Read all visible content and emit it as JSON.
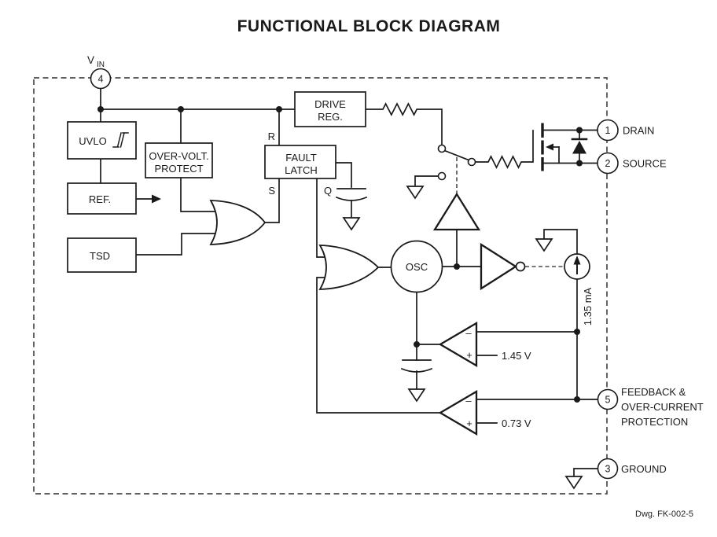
{
  "title": "FUNCTIONAL BLOCK DIAGRAM",
  "footer": "Dwg. FK-002-5",
  "pins": {
    "vin": {
      "number": "4",
      "symbol": "V",
      "subscript": "IN"
    },
    "drain": {
      "number": "1",
      "label": "DRAIN"
    },
    "source": {
      "number": "2",
      "label": "SOURCE"
    },
    "feedback": {
      "number": "5",
      "label_line1": "FEEDBACK &",
      "label_line2": "OVER-CURRENT",
      "label_line3": "PROTECTION"
    },
    "ground": {
      "number": "3",
      "label": "GROUND"
    }
  },
  "blocks": {
    "uvlo": {
      "label": "UVLO"
    },
    "over_volt": {
      "line1": "OVER-VOLT.",
      "line2": "PROTECT"
    },
    "ref": {
      "label": "REF."
    },
    "tsd": {
      "label": "TSD"
    },
    "drive_reg": {
      "line1": "DRIVE",
      "line2": "REG."
    },
    "fault_latch": {
      "line1": "FAULT",
      "line2": "LATCH",
      "reset": "R",
      "set": "S",
      "output": "Q"
    },
    "osc": {
      "label": "OSC"
    }
  },
  "values": {
    "comparator1_ref": "1.45 V",
    "comparator2_ref": "0.73 V",
    "current_source": "1.35 mA"
  },
  "signs": {
    "minus": "–",
    "plus": "+"
  },
  "colors": {
    "line": "#1a1a1a",
    "dash_border": "#4a4a4a",
    "background": "#ffffff"
  }
}
